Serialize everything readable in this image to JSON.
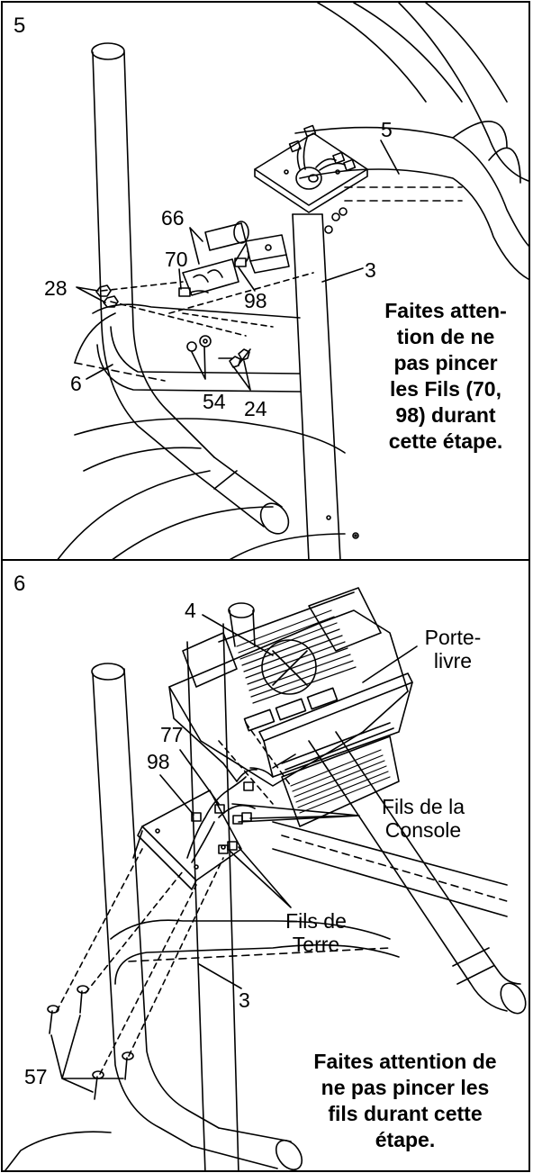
{
  "steps": [
    {
      "number": "5",
      "labels": {
        "l5": "5",
        "l66": "66",
        "l70": "70",
        "l28": "28",
        "l3": "3",
        "l98": "98",
        "l6": "6",
        "l54": "54",
        "l24": "24"
      },
      "note_lines": [
        "Faites atten-",
        "tion de ne",
        "pas pincer",
        "les Fils (70,",
        "98) durant",
        "cette étape."
      ]
    },
    {
      "number": "6",
      "labels": {
        "l4": "4",
        "l77": "77",
        "l98": "98",
        "l3": "3",
        "l57": "57",
        "porte_1": "Porte-",
        "porte_2": "livre",
        "console_1": "Fils de la",
        "console_2": "Console",
        "terre_1": "Fils de",
        "terre_2": "Terre"
      },
      "note_lines": [
        "Faites attention de",
        "ne pas pincer les",
        "fils durant cette",
        "étape."
      ]
    }
  ]
}
